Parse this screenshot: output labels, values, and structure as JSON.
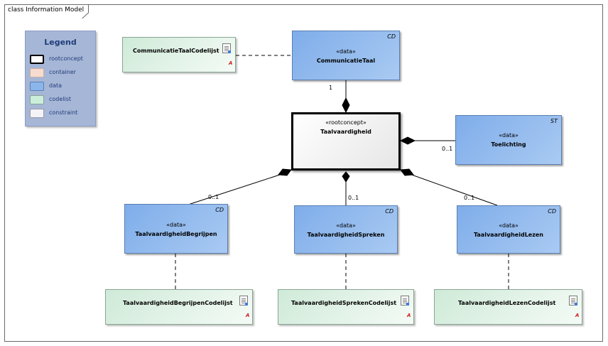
{
  "frame": {
    "title": "class Information Model"
  },
  "legend": {
    "title": "Legend",
    "items": [
      {
        "label": "rootconcept",
        "color": "#ffffff",
        "border": "#000000"
      },
      {
        "label": "container",
        "color": "#f6dccf",
        "border": "#c8b0a4"
      },
      {
        "label": "data",
        "color": "#8bb6ec",
        "border": "#5b7fb2"
      },
      {
        "label": "codelist",
        "color": "#cbeedb",
        "border": "#8aa593"
      },
      {
        "label": "constraint",
        "color": "#f4f4f8",
        "border": "#9a9aa8"
      }
    ]
  },
  "classes": {
    "communicatie_taal": {
      "stereotype": "«data»",
      "name": "CommunicatieTaal",
      "tag": "CD"
    },
    "taalvaardigheid": {
      "stereotype": "«rootconcept»",
      "name": "Taalvaardigheid"
    },
    "toelichting": {
      "stereotype": "«data»",
      "name": "Toelichting",
      "tag": "ST"
    },
    "begrijpen": {
      "stereotype": "«data»",
      "name": "TaalvaardigheidBegrijpen",
      "tag": "CD"
    },
    "spreken": {
      "stereotype": "«data»",
      "name": "TaalvaardigheidSpreken",
      "tag": "CD"
    },
    "lezen": {
      "stereotype": "«data»",
      "name": "TaalvaardigheidLezen",
      "tag": "CD"
    }
  },
  "codelists": {
    "communicatie_taal": {
      "name": "CommunicatieTaalCodelijst",
      "mark": "A"
    },
    "begrijpen": {
      "name": "TaalvaardigheidBegrijpenCodelijst",
      "mark": "A"
    },
    "spreken": {
      "name": "TaalvaardigheidSprekenCodelijst",
      "mark": "A"
    },
    "lezen": {
      "name": "TaalvaardigheidLezenCodelijst",
      "mark": "A"
    }
  },
  "multiplicities": {
    "communicatie_taal": "1",
    "toelichting": "0..1",
    "begrijpen": "0..1",
    "spreken": "0..1",
    "lezen": "0..1"
  }
}
